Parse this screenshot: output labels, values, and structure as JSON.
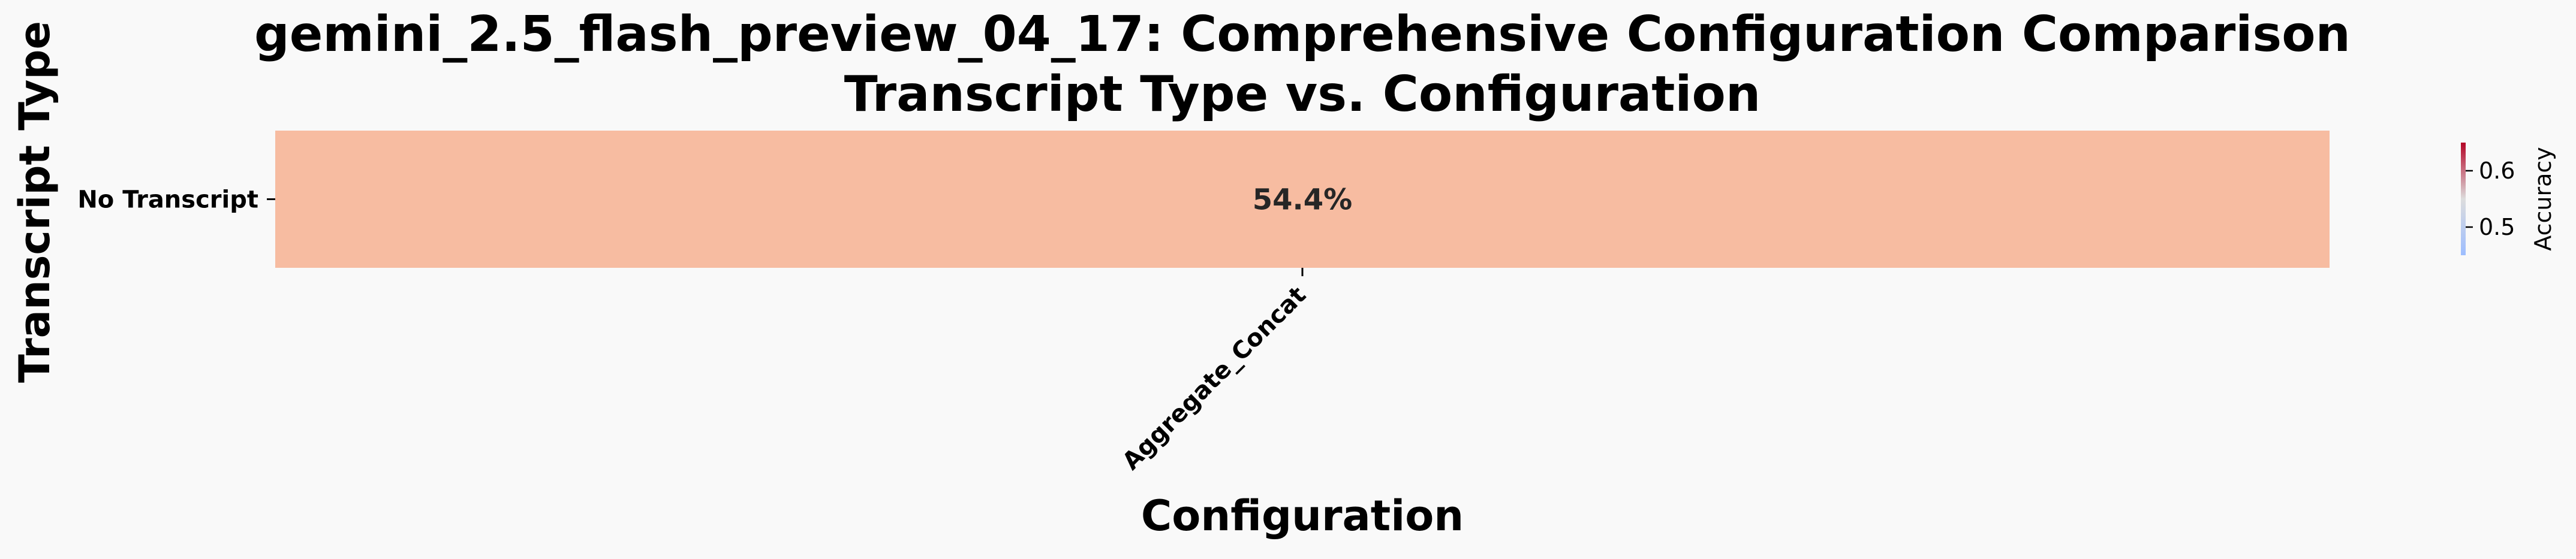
{
  "chart_data": {
    "type": "heatmap",
    "title": "gemini_2.5_flash_preview_04_17: Comprehensive Configuration Comparison\nTranscript Type vs. Configuration",
    "title_lines": [
      "gemini_2.5_flash_preview_04_17: Comprehensive Configuration Comparison",
      "Transcript Type vs. Configuration"
    ],
    "xlabel": "Configuration",
    "ylabel": "Transcript Type",
    "x_categories": [
      "Aggregate_Concat"
    ],
    "y_categories": [
      "No Transcript"
    ],
    "values": [
      [
        0.544
      ]
    ],
    "cell_labels": [
      [
        "54.4%"
      ]
    ],
    "colorbar": {
      "label": "Accuracy",
      "colormap": "coolwarm",
      "vmin": 0.45,
      "vmax": 0.65,
      "ticks": [
        0.5,
        0.6
      ],
      "tick_labels": [
        "0.5",
        "0.6"
      ]
    },
    "colors": {
      "background": "#f9f9f9",
      "cell": "#f7bca1",
      "text": "#000000",
      "cell_text": "#262626",
      "cbar_top": "#b40426",
      "cbar_mid": "#dddddd",
      "cbar_bottom": "#9dbdff"
    },
    "grid": false,
    "legend": "colorbar-right"
  }
}
